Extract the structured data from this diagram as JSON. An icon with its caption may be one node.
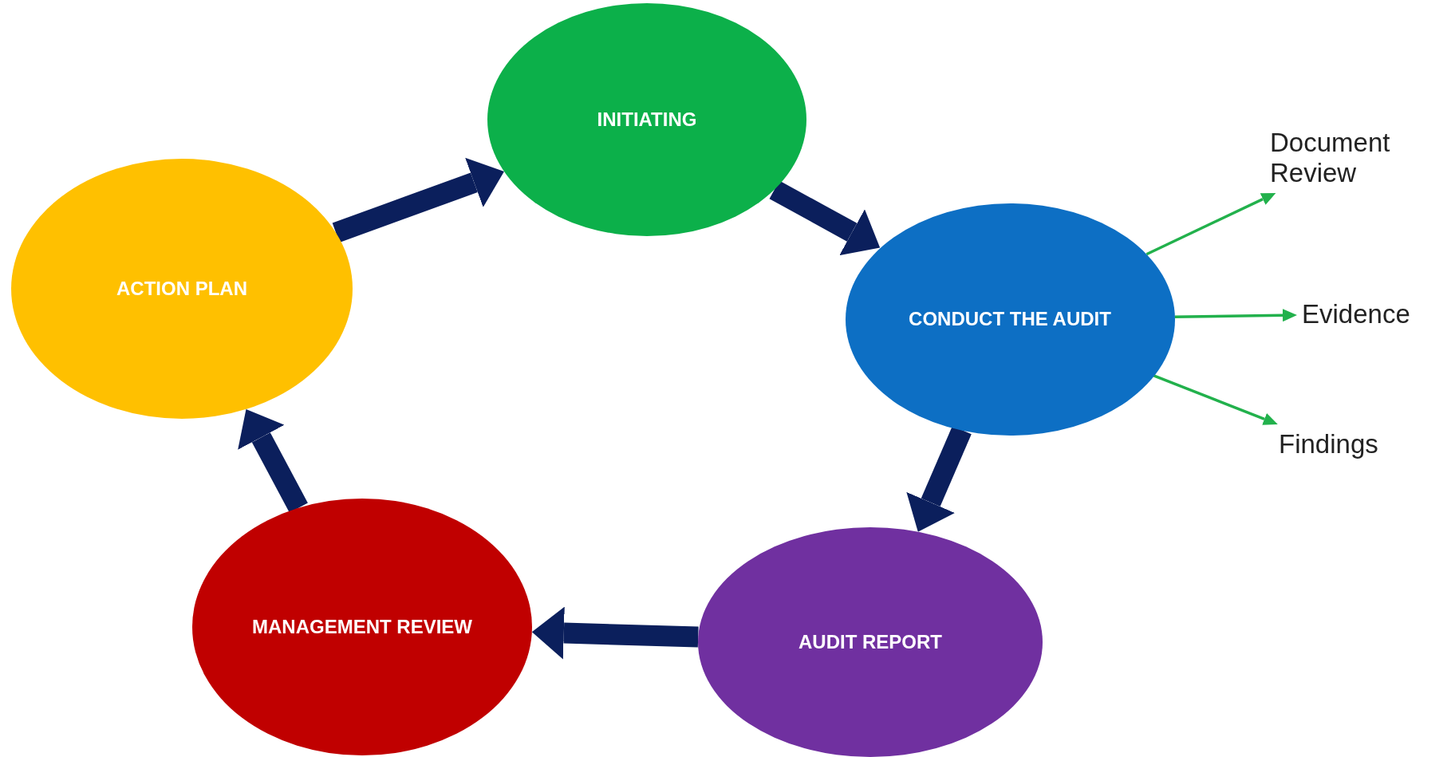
{
  "diagram": {
    "nodes": [
      {
        "text": [
          "INITIATING"
        ]
      },
      {
        "text": [
          "CONDUCT THE AUDIT"
        ]
      },
      {
        "text": [
          "AUDIT REPORT"
        ]
      },
      {
        "text": [
          "MANAGEMENT REVIEW"
        ]
      },
      {
        "text": [
          "ACTION PLAN"
        ]
      },
      {
        "text": [
          "Document Review"
        ]
      },
      {
        "text": [
          "Evidence"
        ]
      },
      {
        "text": [
          "Findings"
        ]
      }
    ],
    "edges": [
      {
        "from": 0,
        "to": 1,
        "arrow": "to"
      },
      {
        "from": 1,
        "to": 2,
        "arrow": "to"
      },
      {
        "from": 2,
        "to": 3,
        "arrow": "to"
      },
      {
        "from": 3,
        "to": 4,
        "arrow": "to"
      },
      {
        "from": 4,
        "to": 0,
        "arrow": "to"
      },
      {
        "from": 1,
        "to": 5,
        "arrow": "to",
        "color": "#22b14c"
      },
      {
        "from": 1,
        "to": 6,
        "arrow": "to",
        "color": "#22b14c"
      },
      {
        "from": 1,
        "to": 7,
        "arrow": "to",
        "color": "#22b14c"
      }
    ]
  }
}
